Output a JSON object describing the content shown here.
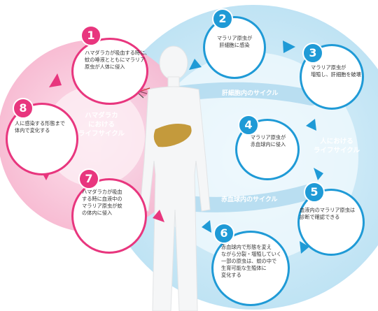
{
  "colors": {
    "pink_accent": "#e8367e",
    "pink_ring": "#f7b9d1",
    "blue_accent": "#1f9ad6",
    "blue_ring": "#bfe3f4",
    "liver": "#c49a3c"
  },
  "cycles": {
    "mosquito": "ハマダラカ\nにおける\nライフサイクル",
    "human": "人における\nライフサイクル",
    "liver_cycle": "肝細胞内のサイクル",
    "blood_cycle": "赤血球内のサイクル"
  },
  "steps": [
    {
      "num": "1",
      "text": "ハマダラカが吸血する時に、\n蚊の唾液とともにマラリア\n原虫が人体に侵入"
    },
    {
      "num": "2",
      "text": "マラリア原虫が\n肝細胞に感染"
    },
    {
      "num": "3",
      "text": "マラリア原虫が\n増殖し、肝細胞を破壊"
    },
    {
      "num": "4",
      "text": "マラリア原虫が\n赤血球内に侵入"
    },
    {
      "num": "5",
      "text": "血液内のマラリア原虫は\n診断で確認できる"
    },
    {
      "num": "6",
      "text": "赤血球内で形態を変え\nながら分裂・増殖していく\n一部の原虫は、蚊の中で\n生育可能な生殖体に\n変化する"
    },
    {
      "num": "7",
      "text": "ハマダラカが吸血\nする時に血液中の\nマラリア原虫が蚊\nの体内に侵入"
    },
    {
      "num": "8",
      "text": "人に感染する形態まで\n体内で変化する"
    }
  ]
}
